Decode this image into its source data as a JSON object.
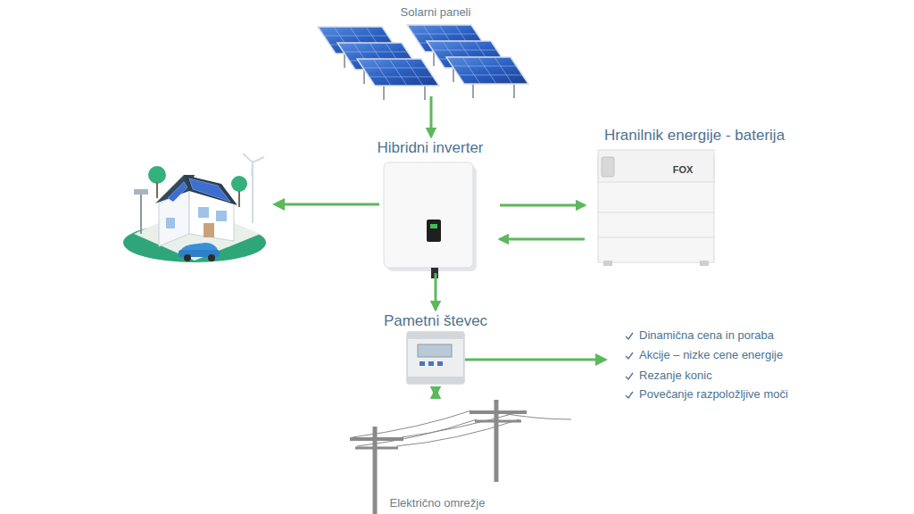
{
  "diagram": {
    "nodes": [
      {
        "text": [
          "Solarni paneli"
        ]
      },
      {
        "text": [
          "Hibridni inverter"
        ]
      },
      {
        "text": [
          "Hranilnik energije - baterija"
        ]
      },
      {
        "text": [
          "Pametni števec"
        ]
      },
      {
        "text": [
          "Električno omrežje"
        ]
      }
    ],
    "edges": [
      {
        "from": 0,
        "to": 1,
        "arrow": "to"
      },
      {
        "from": 1,
        "to": 2,
        "arrow": "to"
      },
      {
        "from": 2,
        "to": 1,
        "arrow": "to"
      },
      {
        "from": 1,
        "to": 3,
        "arrow": "to"
      },
      {
        "from": 3,
        "to": 4,
        "arrow": "both"
      }
    ],
    "labels": [
      "FOX",
      "Dinamična cena in poraba",
      "Akcije – nizke cene energije",
      "Rezanje konic",
      "Povečanje razpoložljive moči"
    ]
  }
}
